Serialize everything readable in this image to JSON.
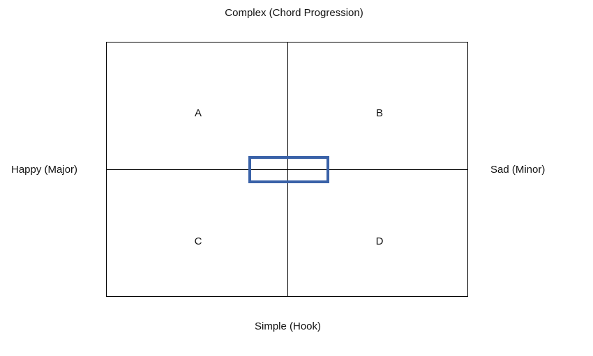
{
  "axes": {
    "top": "Complex (Chord Progression)",
    "bottom": "Simple (Hook)",
    "left": "Happy (Major)",
    "right": "Sad (Minor)"
  },
  "quadrants": {
    "a": "A",
    "b": "B",
    "c": "C",
    "d": "D"
  },
  "colors": {
    "highlight_box": "#3a62a8",
    "grid_lines": "#000000"
  }
}
